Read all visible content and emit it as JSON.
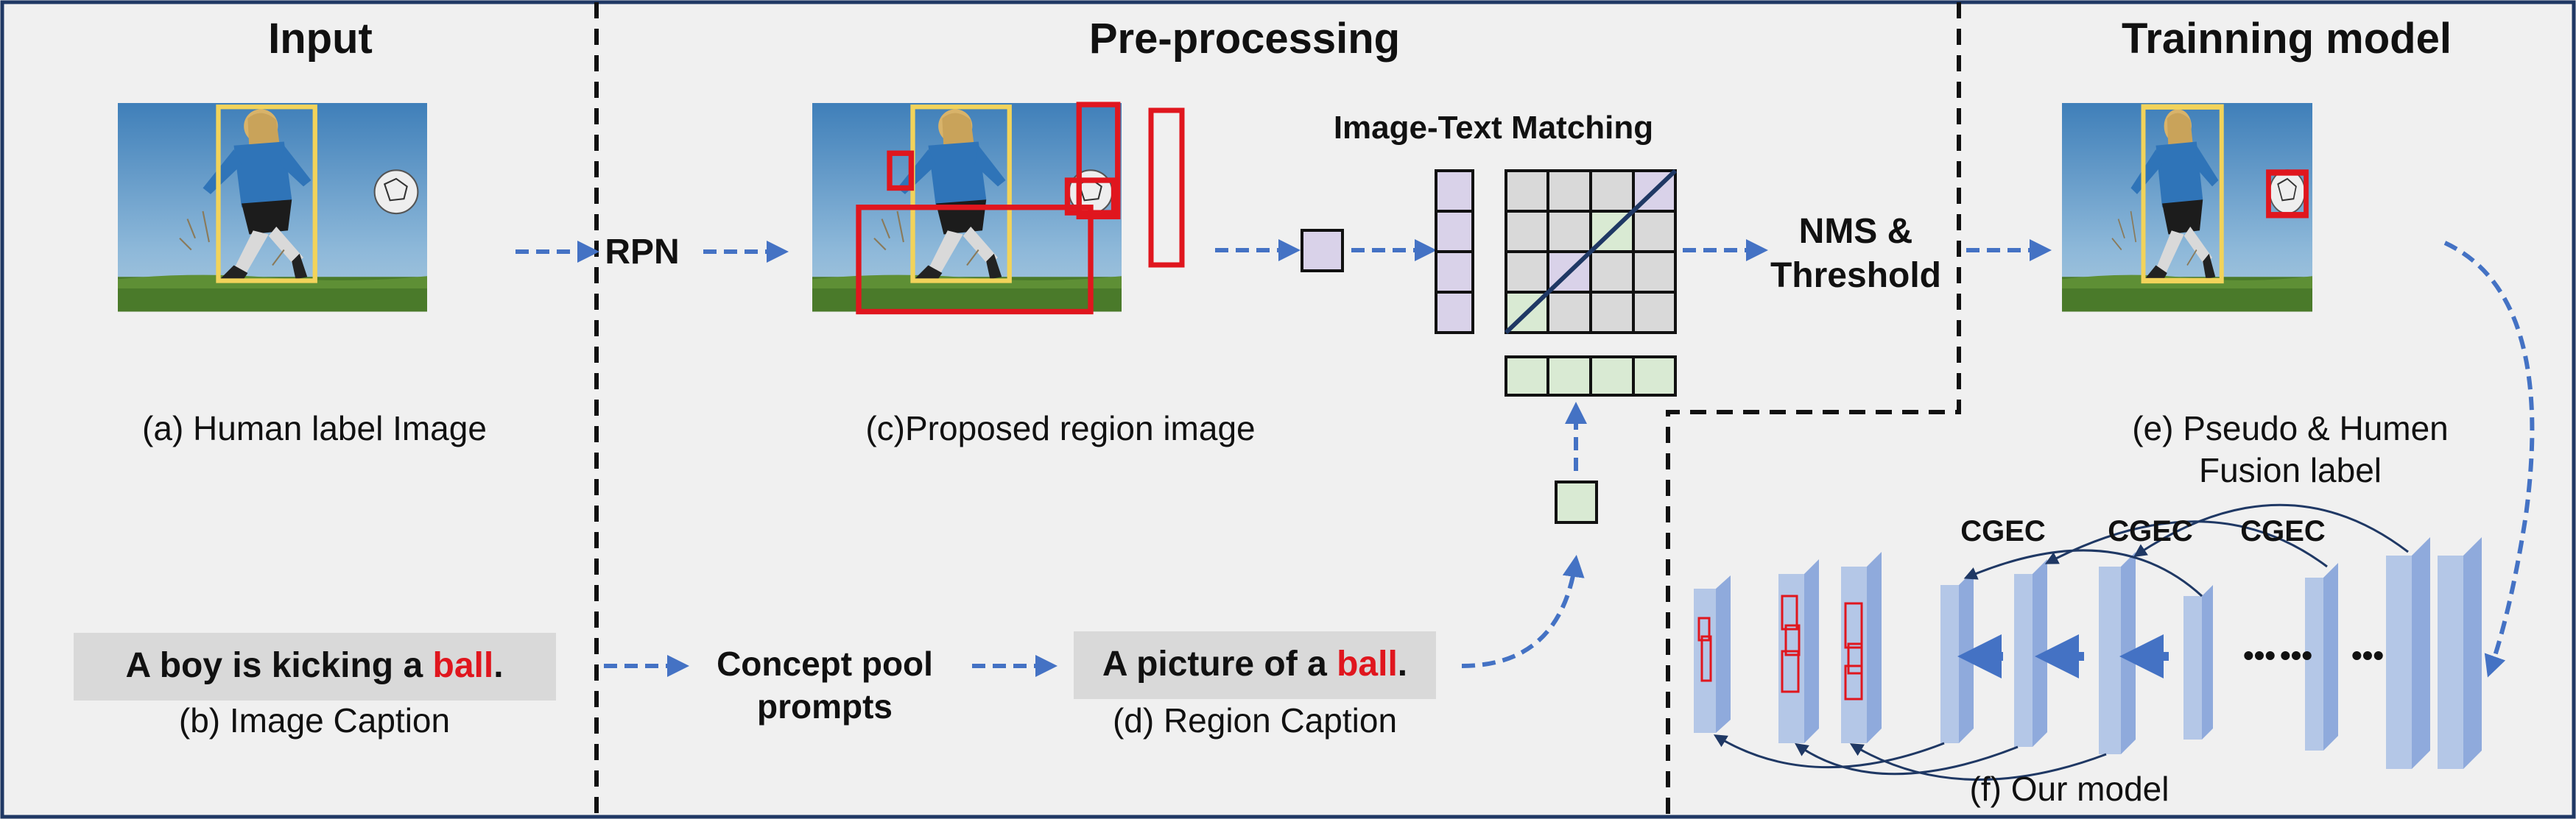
{
  "sections": {
    "input": "Input",
    "preprocessing": "Pre-processing",
    "training": "Trainning model"
  },
  "captions": {
    "a": "(a) Human label Image",
    "b": "(b) Image Caption",
    "c": "(c)Proposed region image",
    "d": "(d) Region Caption",
    "e_line1": "(e) Pseudo & Humen",
    "e_line2": "Fusion label",
    "f": "(f) Our model"
  },
  "labels": {
    "rpn": "RPN",
    "itm": "Image-Text Matching",
    "nms_line1": "NMS &",
    "nms_line2": "Threshold",
    "concept_line1": "Concept pool",
    "concept_line2": "prompts",
    "cgec": "CGEC",
    "ellipsis": "•••"
  },
  "sentences": {
    "image_caption_prefix": "A boy is kicking a ",
    "image_caption_keyword": "ball",
    "image_caption_suffix": ".",
    "region_caption_prefix": "A picture of a ",
    "region_caption_keyword": "ball",
    "region_caption_suffix": "."
  },
  "colors": {
    "border": "#1f3864",
    "arrow": "#4472c4",
    "region_box": "#e0161e",
    "human_box": "#f2d35a",
    "image_feature": "#d9d2e9",
    "text_feature": "#d9ead3",
    "model_layer": "#b4c7e7",
    "keyword": "#e0161e"
  }
}
